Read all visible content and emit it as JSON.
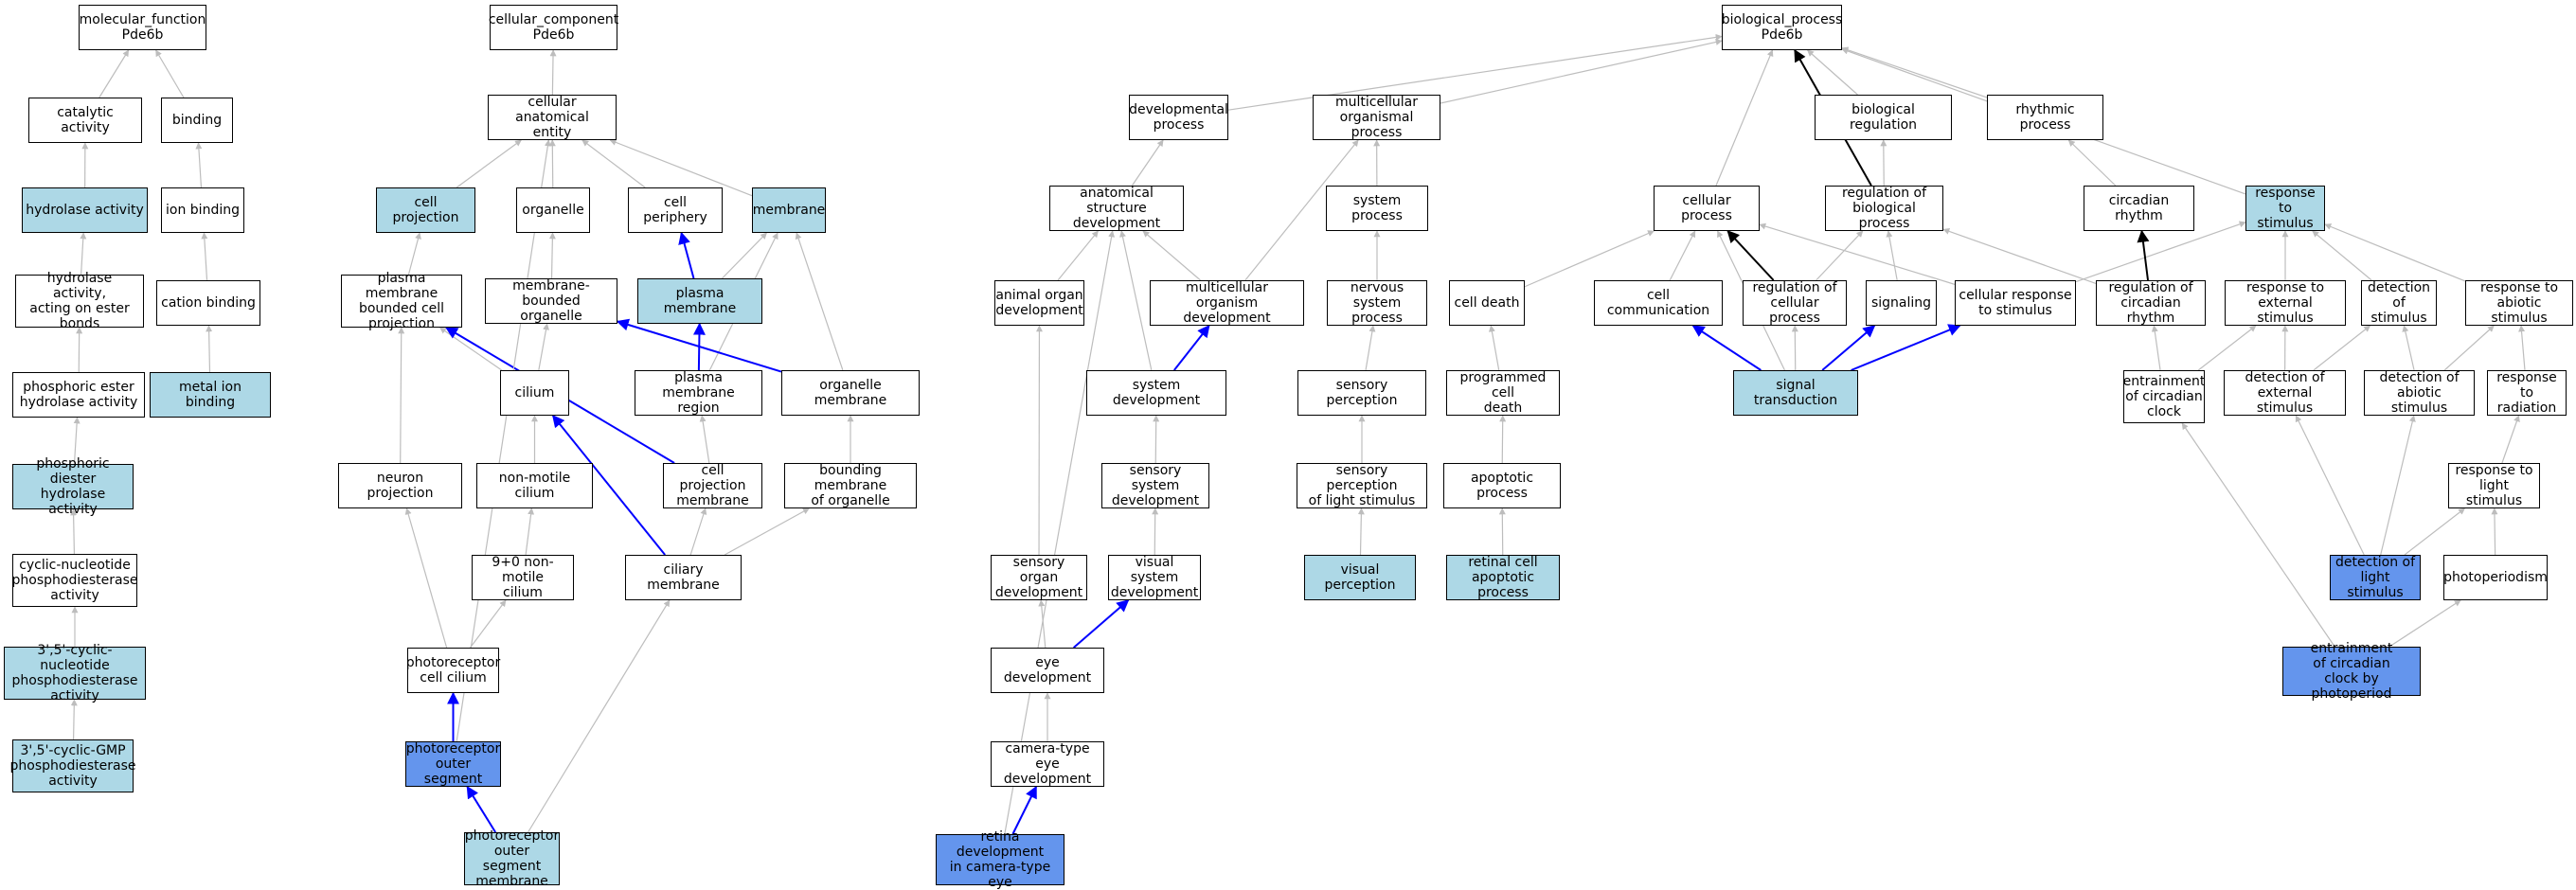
{
  "colors": {
    "node_default": "#ffffff",
    "node_highlight": "#add8e6",
    "node_focus": "#6495ed",
    "edge_gray": "#bdbdbd",
    "edge_black": "#000000",
    "edge_blue": "#0000ff"
  },
  "nodes": {
    "mf_root": {
      "label": "molecular_function\nPde6b",
      "style": "plain"
    },
    "catalytic": {
      "label": "catalytic activity",
      "style": "plain"
    },
    "binding": {
      "label": "binding",
      "style": "plain"
    },
    "hydrolase": {
      "label": "hydrolase activity",
      "style": "highlight"
    },
    "ion_binding": {
      "label": "ion binding",
      "style": "plain"
    },
    "hydrolase_ester": {
      "label": "hydrolase activity,\nacting on ester\nbonds",
      "style": "plain"
    },
    "cation_binding": {
      "label": "cation binding",
      "style": "plain"
    },
    "phos_ester": {
      "label": "phosphoric ester\nhydrolase activity",
      "style": "plain"
    },
    "metal_ion": {
      "label": "metal ion binding",
      "style": "highlight"
    },
    "phos_diester": {
      "label": "phosphoric diester\nhydrolase activity",
      "style": "highlight"
    },
    "cyclic_pde": {
      "label": "cyclic-nucleotide\nphosphodiesterase\nactivity",
      "style": "plain"
    },
    "cyc35_pde": {
      "label": "3',5'-cyclic-nucleotide\nphosphodiesterase\nactivity",
      "style": "highlight"
    },
    "cgmp_pde": {
      "label": "3',5'-cyclic-GMP\nphosphodiesterase\nactivity",
      "style": "highlight"
    },
    "cc_root": {
      "label": "cellular_component\nPde6b",
      "style": "plain"
    },
    "cell_anat": {
      "label": "cellular anatomical\nentity",
      "style": "plain"
    },
    "cell_proj": {
      "label": "cell projection",
      "style": "highlight"
    },
    "organelle": {
      "label": "organelle",
      "style": "plain"
    },
    "cell_periph": {
      "label": "cell periphery",
      "style": "plain"
    },
    "membrane": {
      "label": "membrane",
      "style": "highlight"
    },
    "pm_bounded_proj": {
      "label": "plasma membrane\nbounded cell\nprojection",
      "style": "plain"
    },
    "mem_bounded_org": {
      "label": "membrane-bounded\norganelle",
      "style": "plain"
    },
    "plasma_mem": {
      "label": "plasma membrane",
      "style": "highlight"
    },
    "cilium": {
      "label": "cilium",
      "style": "plain"
    },
    "pm_region": {
      "label": "plasma membrane\nregion",
      "style": "plain"
    },
    "org_mem": {
      "label": "organelle membrane",
      "style": "plain"
    },
    "neuron_proj": {
      "label": "neuron projection",
      "style": "plain"
    },
    "nonmotile": {
      "label": "non-motile cilium",
      "style": "plain"
    },
    "cell_proj_mem": {
      "label": "cell projection\nmembrane",
      "style": "plain"
    },
    "bounding_mem": {
      "label": "bounding membrane\nof organelle",
      "style": "plain"
    },
    "nine_zero": {
      "label": "9+0 non-motile\ncilium",
      "style": "plain"
    },
    "ciliary_mem": {
      "label": "ciliary membrane",
      "style": "plain"
    },
    "photo_cilium": {
      "label": "photoreceptor\ncell cilium",
      "style": "plain"
    },
    "photo_outer": {
      "label": "photoreceptor\nouter segment",
      "style": "focus"
    },
    "photo_outer_mem": {
      "label": "photoreceptor\nouter segment\nmembrane",
      "style": "highlight"
    },
    "bp_root": {
      "label": "biological_process\nPde6b",
      "style": "plain"
    },
    "dev_proc": {
      "label": "developmental\nprocess",
      "style": "plain"
    },
    "multi_org": {
      "label": "multicellular\norganismal process",
      "style": "plain"
    },
    "bio_reg": {
      "label": "biological regulation",
      "style": "plain"
    },
    "rhythmic": {
      "label": "rhythmic process",
      "style": "plain"
    },
    "anat_dev": {
      "label": "anatomical structure\ndevelopment",
      "style": "plain"
    },
    "system_proc": {
      "label": "system process",
      "style": "plain"
    },
    "cellular_proc": {
      "label": "cellular process",
      "style": "plain"
    },
    "reg_bio": {
      "label": "regulation of\nbiological process",
      "style": "plain"
    },
    "circadian": {
      "label": "circadian rhythm",
      "style": "plain"
    },
    "resp_stim": {
      "label": "response to\nstimulus",
      "style": "highlight"
    },
    "animal_organ": {
      "label": "animal organ\ndevelopment",
      "style": "plain"
    },
    "multi_org_dev": {
      "label": "multicellular\norganism development",
      "style": "plain"
    },
    "nervous_sys": {
      "label": "nervous system\nprocess",
      "style": "plain"
    },
    "cell_death": {
      "label": "cell death",
      "style": "plain"
    },
    "cell_comm": {
      "label": "cell communication",
      "style": "plain"
    },
    "reg_cell": {
      "label": "regulation of\ncellular process",
      "style": "plain"
    },
    "signaling": {
      "label": "signaling",
      "style": "plain"
    },
    "cell_resp": {
      "label": "cellular response\nto stimulus",
      "style": "plain"
    },
    "reg_circ": {
      "label": "regulation of\ncircadian rhythm",
      "style": "plain"
    },
    "resp_ext": {
      "label": "response to\nexternal stimulus",
      "style": "plain"
    },
    "detect_stim": {
      "label": "detection of\nstimulus",
      "style": "plain"
    },
    "resp_abiotic": {
      "label": "response to\nabiotic stimulus",
      "style": "plain"
    },
    "system_dev": {
      "label": "system development",
      "style": "plain"
    },
    "sensory_perc": {
      "label": "sensory perception",
      "style": "plain"
    },
    "prog_death": {
      "label": "programmed cell\ndeath",
      "style": "plain"
    },
    "signal_trans": {
      "label": "signal transduction",
      "style": "highlight"
    },
    "entrain": {
      "label": "entrainment\nof circadian\nclock",
      "style": "plain"
    },
    "detect_ext": {
      "label": "detection of\nexternal stimulus",
      "style": "plain"
    },
    "detect_abiotic": {
      "label": "detection of\nabiotic stimulus",
      "style": "plain"
    },
    "resp_rad": {
      "label": "response to\nradiation",
      "style": "plain"
    },
    "sens_sys_dev": {
      "label": "sensory system\ndevelopment",
      "style": "plain"
    },
    "sens_perc_light": {
      "label": "sensory perception\nof light stimulus",
      "style": "plain"
    },
    "apoptotic": {
      "label": "apoptotic process",
      "style": "plain"
    },
    "resp_light": {
      "label": "response to\nlight stimulus",
      "style": "plain"
    },
    "sens_organ": {
      "label": "sensory organ\ndevelopment",
      "style": "plain"
    },
    "visual_sys": {
      "label": "visual system\ndevelopment",
      "style": "plain"
    },
    "visual_perc": {
      "label": "visual perception",
      "style": "highlight"
    },
    "retinal_apop": {
      "label": "retinal cell\napoptotic process",
      "style": "highlight"
    },
    "detect_light": {
      "label": "detection of\nlight stimulus",
      "style": "focus"
    },
    "photoperiod": {
      "label": "photoperiodism",
      "style": "plain"
    },
    "eye_dev": {
      "label": "eye development",
      "style": "plain"
    },
    "entrain_photo": {
      "label": "entrainment\nof circadian\nclock by photoperiod",
      "style": "focus"
    },
    "camera_eye": {
      "label": "camera-type\neye development",
      "style": "plain"
    },
    "retina_dev": {
      "label": "retina development\nin camera-type\neye",
      "style": "focus"
    }
  },
  "edges": [
    {
      "from": "catalytic",
      "to": "mf_root",
      "type": "gray"
    },
    {
      "from": "binding",
      "to": "mf_root",
      "type": "gray"
    },
    {
      "from": "hydrolase",
      "to": "catalytic",
      "type": "gray"
    },
    {
      "from": "ion_binding",
      "to": "binding",
      "type": "gray"
    },
    {
      "from": "hydrolase_ester",
      "to": "hydrolase",
      "type": "gray"
    },
    {
      "from": "cation_binding",
      "to": "ion_binding",
      "type": "gray"
    },
    {
      "from": "phos_ester",
      "to": "hydrolase_ester",
      "type": "gray"
    },
    {
      "from": "metal_ion",
      "to": "cation_binding",
      "type": "gray"
    },
    {
      "from": "phos_diester",
      "to": "phos_ester",
      "type": "gray"
    },
    {
      "from": "cyclic_pde",
      "to": "phos_diester",
      "type": "gray"
    },
    {
      "from": "cyc35_pde",
      "to": "cyclic_pde",
      "type": "gray"
    },
    {
      "from": "cgmp_pde",
      "to": "cyc35_pde",
      "type": "gray"
    },
    {
      "from": "cell_anat",
      "to": "cc_root",
      "type": "gray"
    },
    {
      "from": "cell_proj",
      "to": "cell_anat",
      "type": "gray"
    },
    {
      "from": "organelle",
      "to": "cell_anat",
      "type": "gray"
    },
    {
      "from": "cell_periph",
      "to": "cell_anat",
      "type": "gray"
    },
    {
      "from": "membrane",
      "to": "cell_anat",
      "type": "gray"
    },
    {
      "from": "pm_bounded_proj",
      "to": "cell_proj",
      "type": "gray"
    },
    {
      "from": "mem_bounded_org",
      "to": "organelle",
      "type": "gray"
    },
    {
      "from": "plasma_mem",
      "to": "cell_periph",
      "type": "blue"
    },
    {
      "from": "plasma_mem",
      "to": "membrane",
      "type": "gray"
    },
    {
      "from": "cilium",
      "to": "pm_bounded_proj",
      "type": "gray"
    },
    {
      "from": "cilium",
      "to": "mem_bounded_org",
      "type": "gray"
    },
    {
      "from": "pm_region",
      "to": "plasma_mem",
      "type": "blue"
    },
    {
      "from": "pm_region",
      "to": "membrane",
      "type": "gray"
    },
    {
      "from": "org_mem",
      "to": "membrane",
      "type": "gray"
    },
    {
      "from": "org_mem",
      "to": "mem_bounded_org",
      "type": "blue"
    },
    {
      "from": "neuron_proj",
      "to": "pm_bounded_proj",
      "type": "gray"
    },
    {
      "from": "nonmotile",
      "to": "cilium",
      "type": "gray"
    },
    {
      "from": "cell_proj_mem",
      "to": "pm_region",
      "type": "gray"
    },
    {
      "from": "cell_proj_mem",
      "to": "pm_bounded_proj",
      "type": "blue"
    },
    {
      "from": "bounding_mem",
      "to": "org_mem",
      "type": "gray"
    },
    {
      "from": "nine_zero",
      "to": "nonmotile",
      "type": "gray"
    },
    {
      "from": "ciliary_mem",
      "to": "cell_proj_mem",
      "type": "gray"
    },
    {
      "from": "ciliary_mem",
      "to": "bounding_mem",
      "type": "gray"
    },
    {
      "from": "ciliary_mem",
      "to": "cilium",
      "type": "blue"
    },
    {
      "from": "photo_cilium",
      "to": "nine_zero",
      "type": "gray"
    },
    {
      "from": "photo_cilium",
      "to": "neuron_proj",
      "type": "gray"
    },
    {
      "from": "photo_outer",
      "to": "photo_cilium",
      "type": "blue"
    },
    {
      "from": "photo_outer",
      "to": "cell_anat",
      "type": "gray"
    },
    {
      "from": "photo_outer_mem",
      "to": "photo_outer",
      "type": "blue"
    },
    {
      "from": "photo_outer_mem",
      "to": "ciliary_mem",
      "type": "gray"
    },
    {
      "from": "dev_proc",
      "to": "bp_root",
      "type": "gray"
    },
    {
      "from": "multi_org",
      "to": "bp_root",
      "type": "gray"
    },
    {
      "from": "bio_reg",
      "to": "bp_root",
      "type": "gray"
    },
    {
      "from": "rhythmic",
      "to": "bp_root",
      "type": "gray"
    },
    {
      "from": "cellular_proc",
      "to": "bp_root",
      "type": "gray"
    },
    {
      "from": "reg_bio",
      "to": "bp_root",
      "type": "black"
    },
    {
      "from": "resp_stim",
      "to": "bp_root",
      "type": "gray"
    },
    {
      "from": "anat_dev",
      "to": "dev_proc",
      "type": "gray"
    },
    {
      "from": "system_proc",
      "to": "multi_org",
      "type": "gray"
    },
    {
      "from": "reg_bio",
      "to": "bio_reg",
      "type": "gray"
    },
    {
      "from": "circadian",
      "to": "rhythmic",
      "type": "gray"
    },
    {
      "from": "animal_organ",
      "to": "anat_dev",
      "type": "gray"
    },
    {
      "from": "multi_org_dev",
      "to": "anat_dev",
      "type": "gray"
    },
    {
      "from": "multi_org_dev",
      "to": "multi_org",
      "type": "gray"
    },
    {
      "from": "nervous_sys",
      "to": "system_proc",
      "type": "gray"
    },
    {
      "from": "cell_death",
      "to": "cellular_proc",
      "type": "gray"
    },
    {
      "from": "cell_comm",
      "to": "cellular_proc",
      "type": "gray"
    },
    {
      "from": "reg_cell",
      "to": "cellular_proc",
      "type": "black"
    },
    {
      "from": "reg_cell",
      "to": "reg_bio",
      "type": "gray"
    },
    {
      "from": "signaling",
      "to": "reg_bio",
      "type": "gray"
    },
    {
      "from": "cell_resp",
      "to": "cellular_proc",
      "type": "gray"
    },
    {
      "from": "cell_resp",
      "to": "resp_stim",
      "type": "gray"
    },
    {
      "from": "reg_circ",
      "to": "circadian",
      "type": "black"
    },
    {
      "from": "reg_circ",
      "to": "reg_bio",
      "type": "gray"
    },
    {
      "from": "resp_ext",
      "to": "resp_stim",
      "type": "gray"
    },
    {
      "from": "detect_stim",
      "to": "resp_stim",
      "type": "gray"
    },
    {
      "from": "resp_abiotic",
      "to": "resp_stim",
      "type": "gray"
    },
    {
      "from": "system_dev",
      "to": "multi_org_dev",
      "type": "blue"
    },
    {
      "from": "system_dev",
      "to": "anat_dev",
      "type": "gray"
    },
    {
      "from": "sensory_perc",
      "to": "nervous_sys",
      "type": "gray"
    },
    {
      "from": "prog_death",
      "to": "cell_death",
      "type": "gray"
    },
    {
      "from": "signal_trans",
      "to": "cell_comm",
      "type": "blue"
    },
    {
      "from": "signal_trans",
      "to": "reg_cell",
      "type": "gray"
    },
    {
      "from": "signal_trans",
      "to": "signaling",
      "type": "blue"
    },
    {
      "from": "signal_trans",
      "to": "cell_resp",
      "type": "blue"
    },
    {
      "from": "signal_trans",
      "to": "cellular_proc",
      "type": "gray"
    },
    {
      "from": "entrain",
      "to": "reg_circ",
      "type": "gray"
    },
    {
      "from": "entrain",
      "to": "resp_ext",
      "type": "gray"
    },
    {
      "from": "detect_ext",
      "to": "resp_ext",
      "type": "gray"
    },
    {
      "from": "detect_ext",
      "to": "detect_stim",
      "type": "gray"
    },
    {
      "from": "detect_abiotic",
      "to": "detect_stim",
      "type": "gray"
    },
    {
      "from": "detect_abiotic",
      "to": "resp_abiotic",
      "type": "gray"
    },
    {
      "from": "resp_rad",
      "to": "resp_abiotic",
      "type": "gray"
    },
    {
      "from": "sens_sys_dev",
      "to": "system_dev",
      "type": "gray"
    },
    {
      "from": "sens_perc_light",
      "to": "sensory_perc",
      "type": "gray"
    },
    {
      "from": "apoptotic",
      "to": "prog_death",
      "type": "gray"
    },
    {
      "from": "resp_light",
      "to": "resp_rad",
      "type": "gray"
    },
    {
      "from": "sens_organ",
      "to": "animal_organ",
      "type": "gray"
    },
    {
      "from": "visual_sys",
      "to": "sens_sys_dev",
      "type": "gray"
    },
    {
      "from": "visual_perc",
      "to": "sens_perc_light",
      "type": "gray"
    },
    {
      "from": "retinal_apop",
      "to": "apoptotic",
      "type": "gray"
    },
    {
      "from": "detect_light",
      "to": "resp_light",
      "type": "gray"
    },
    {
      "from": "detect_light",
      "to": "detect_ext",
      "type": "gray"
    },
    {
      "from": "detect_light",
      "to": "detect_abiotic",
      "type": "gray"
    },
    {
      "from": "photoperiod",
      "to": "resp_light",
      "type": "gray"
    },
    {
      "from": "eye_dev",
      "to": "sens_organ",
      "type": "gray"
    },
    {
      "from": "eye_dev",
      "to": "visual_sys",
      "type": "blue"
    },
    {
      "from": "entrain_photo",
      "to": "photoperiod",
      "type": "gray"
    },
    {
      "from": "entrain_photo",
      "to": "entrain",
      "type": "gray"
    },
    {
      "from": "camera_eye",
      "to": "eye_dev",
      "type": "gray"
    },
    {
      "from": "retina_dev",
      "to": "camera_eye",
      "type": "blue"
    },
    {
      "from": "retina_dev",
      "to": "anat_dev",
      "type": "gray"
    }
  ]
}
